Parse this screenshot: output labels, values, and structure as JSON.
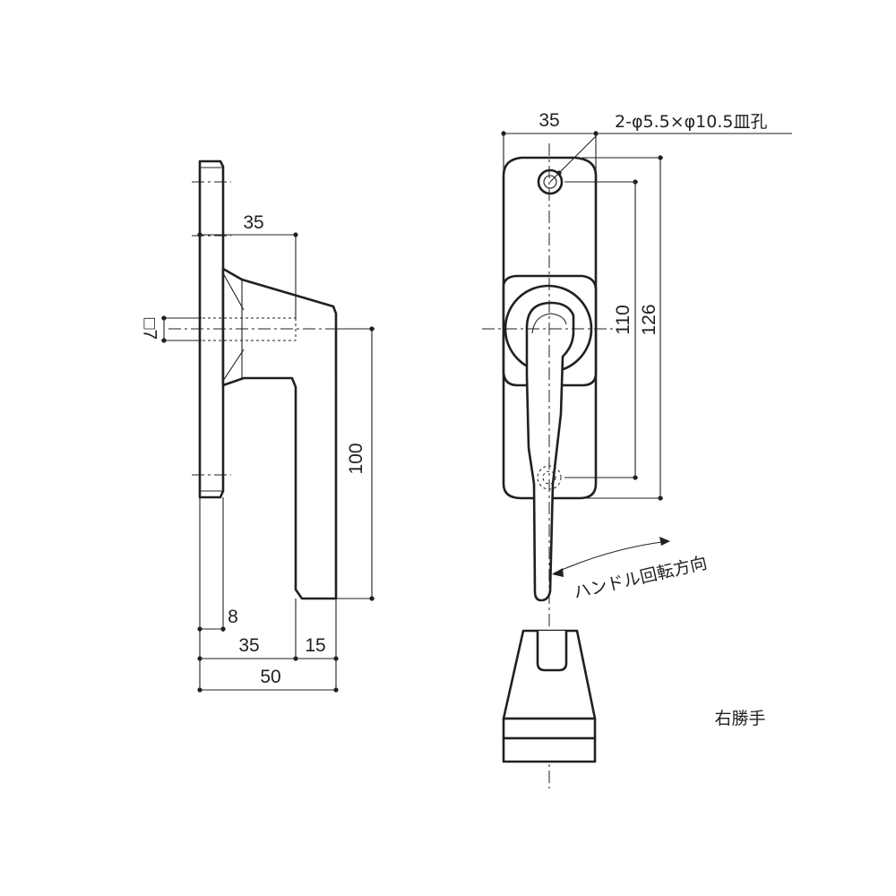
{
  "side_view": {
    "dim_top_35": "35",
    "dim_square": "□7",
    "dim_height_100": "100",
    "dim_plate_8": "8",
    "dim_bottom_35": "35",
    "dim_bottom_15": "15",
    "dim_total_50": "50"
  },
  "front_view": {
    "dim_width_35": "35",
    "hole_note": "2-φ5.5×φ10.5皿孔",
    "dim_pitch_110": "110",
    "dim_length_126": "126",
    "rotation_label": "ハンドル回転方向"
  },
  "hand_note": "右勝手"
}
